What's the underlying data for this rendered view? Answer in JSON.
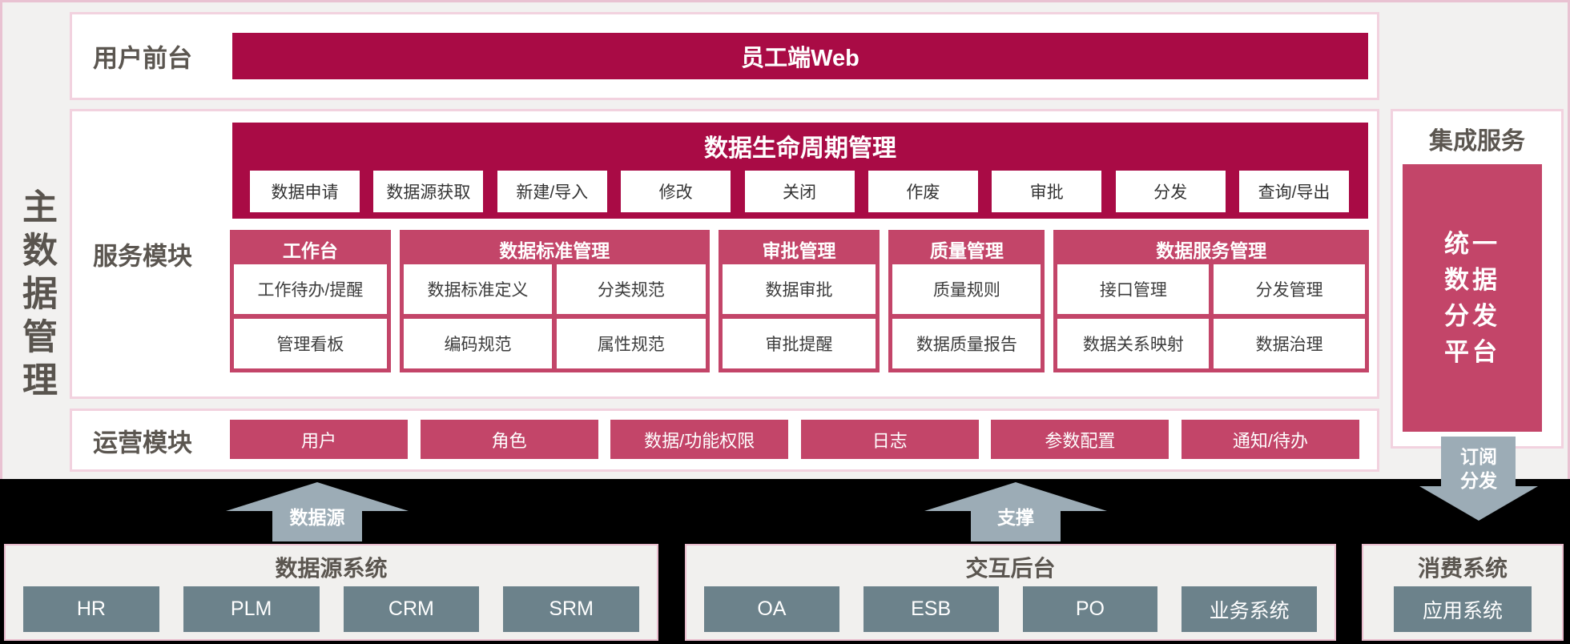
{
  "sidebar_title": "主数据管理",
  "frontend": {
    "label": "用户前台",
    "banner": "员工端Web"
  },
  "service": {
    "label": "服务模块",
    "lifecycle": {
      "title": "数据生命周期管理",
      "buttons": [
        "数据申请",
        "数据源获取",
        "新建/导入",
        "修改",
        "关闭",
        "作废",
        "审批",
        "分发",
        "查询/导出"
      ]
    },
    "groups": [
      {
        "title": "工作台",
        "columns": 1,
        "cells": [
          "工作待办/提醒",
          "管理看板"
        ]
      },
      {
        "title": "数据标准管理",
        "columns": 2,
        "cells": [
          "数据标准定义",
          "分类规范",
          "编码规范",
          "属性规范"
        ]
      },
      {
        "title": "审批管理",
        "columns": 1,
        "cells": [
          "数据审批",
          "审批提醒"
        ]
      },
      {
        "title": "质量管理",
        "columns": 1,
        "cells": [
          "质量规则",
          "数据质量报告"
        ]
      },
      {
        "title": "数据服务管理",
        "columns": 2,
        "cells": [
          "接口管理",
          "分发管理",
          "数据关系映射",
          "数据治理"
        ]
      }
    ]
  },
  "operation": {
    "label": "运营模块",
    "buttons": [
      "用户",
      "角色",
      "数据/功能权限",
      "日志",
      "参数配置",
      "通知/待办"
    ]
  },
  "integration": {
    "label": "集成服务",
    "platform_lines": [
      "统一",
      "数据",
      "分发",
      "平台"
    ]
  },
  "arrows": {
    "data_source": "数据源",
    "support": "支撑",
    "subscribe_lines": [
      "订阅",
      "分发"
    ]
  },
  "bottom_panels": [
    {
      "title": "数据源系统",
      "systems": [
        "HR",
        "PLM",
        "CRM",
        "SRM"
      ]
    },
    {
      "title": "交互后台",
      "systems": [
        "OA",
        "ESB",
        "PO",
        "业务系统"
      ]
    },
    {
      "title": "消费系统",
      "systems": [
        "应用系统"
      ]
    }
  ],
  "colors": {
    "crimson": "#a90b45",
    "pink_red": "#c34569",
    "slate_box": "#6c828b",
    "arrow_gray": "#9cacb6",
    "label_gray": "#5b5650",
    "black_band": "#000000"
  }
}
